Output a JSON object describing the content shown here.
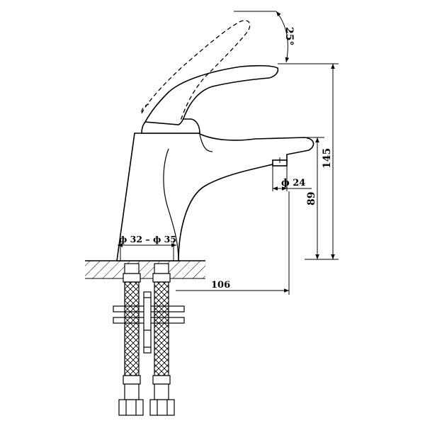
{
  "dimensions": {
    "angle": "25°",
    "total_height": "145",
    "spout_height": "89",
    "outlet_diameter": "ф 24",
    "hole_diameter": "ф 32 – ф 35",
    "reach": "106"
  }
}
